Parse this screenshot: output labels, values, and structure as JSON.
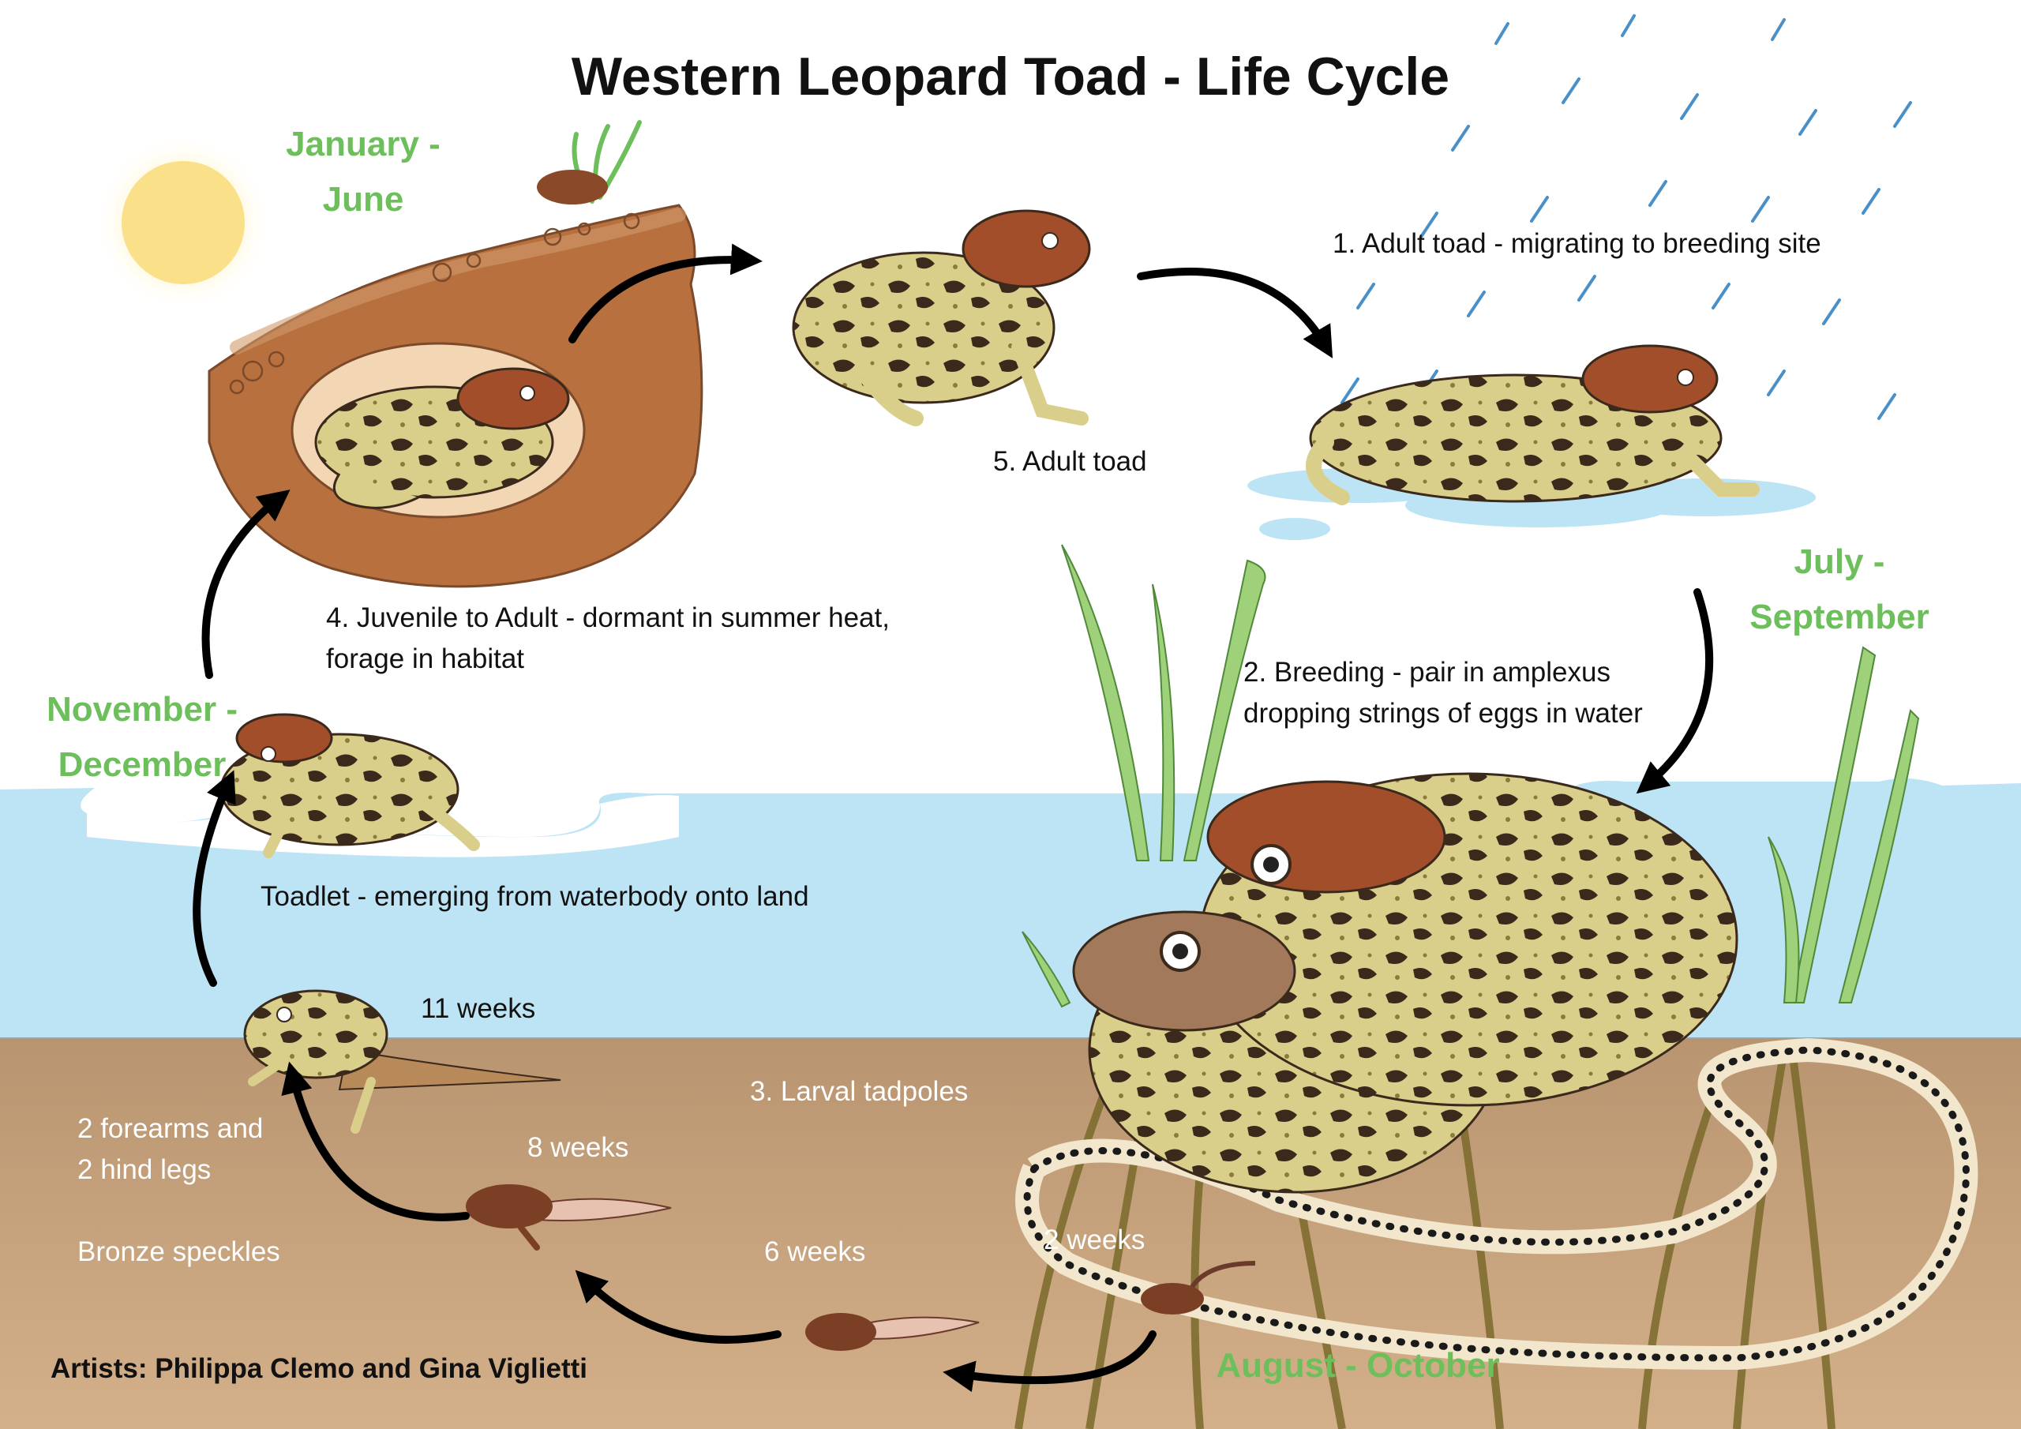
{
  "title": "Western Leopard Toad - Life Cycle",
  "seasons": {
    "jan_jun": [
      "January -",
      "June"
    ],
    "jul_sep": [
      "July -",
      "September"
    ],
    "nov_dec": [
      "November -",
      "December"
    ],
    "aug_oct": "August - October"
  },
  "stages": {
    "s1": "1. Adult toad - migrating to breeding site",
    "s2": [
      "2. Breeding - pair in amplexus",
      "dropping strings of eggs in water"
    ],
    "s3": "3. Larval tadpoles",
    "s4": [
      "4. Juvenile to Adult - dormant in summer heat,",
      "forage in habitat"
    ],
    "s5": "5. Adult toad",
    "toadlet": "Toadlet - emerging from waterbody onto land"
  },
  "durations": {
    "w2": "2 weeks",
    "w6": "6 weeks",
    "w8": "8 weeks",
    "w11": "11 weeks"
  },
  "notes": {
    "legs": [
      "2 forearms and",
      "2 hind legs"
    ],
    "speckles": "Bronze speckles"
  },
  "credits": "Artists: Philippa Clemo and Gina Viglietti",
  "colors": {
    "season_green": "#6cbf5a",
    "water": "#bde4f5",
    "mud": "#c8a27a",
    "burrow": "#b8703f",
    "toad_body": "#d9cf8a",
    "toad_spots": "#3b2a1c",
    "toad_head": "#a24e2a",
    "rain": "#4a90c8",
    "sun": "#fbe08a"
  }
}
